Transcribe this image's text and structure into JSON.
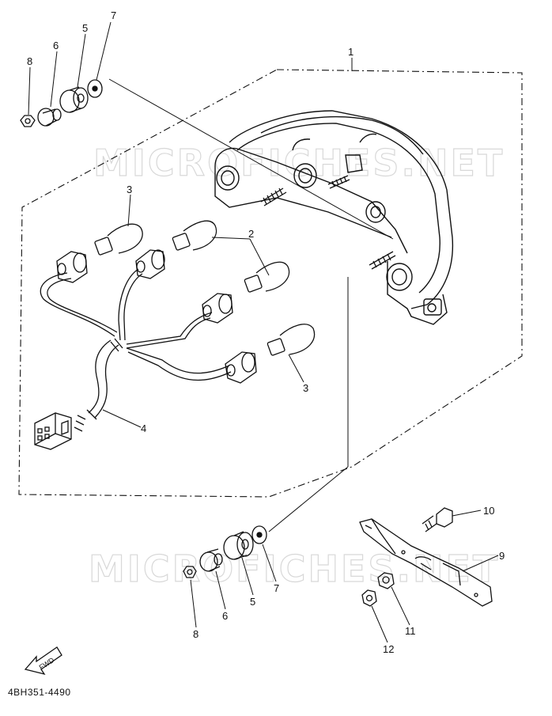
{
  "diagram": {
    "callouts": {
      "c1": "1",
      "c2": "2",
      "c3a": "3",
      "c3b": "3",
      "c4": "4",
      "c5a": "5",
      "c5b": "5",
      "c6a": "6",
      "c6b": "6",
      "c7a": "7",
      "c7b": "7",
      "c8a": "8",
      "c8b": "8",
      "c9": "9",
      "c10": "10",
      "c11": "11",
      "c12": "12"
    },
    "watermark_top": "MICROFICHES.NET",
    "watermark_bottom": "MICROFICHES.NET",
    "fwd_label": "FWD",
    "part_number": "4BH351-4490"
  }
}
